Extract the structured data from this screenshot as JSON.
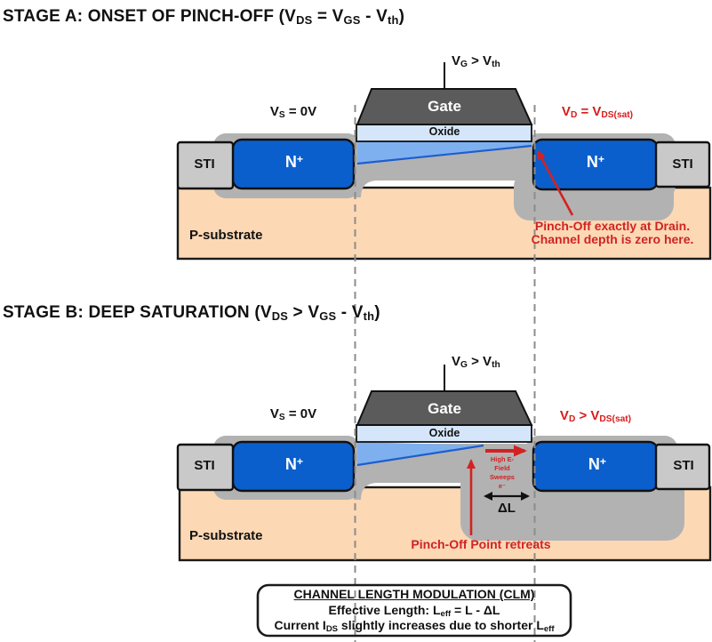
{
  "colors": {
    "nplus_blue": "#0b5fcc",
    "channel_blue": "#7eb0f0",
    "channel_edge_blue": "#1e5ecc",
    "oxide_blue": "#d6e6fa",
    "gate_gray": "#5b5b5b",
    "sti_gray": "#c9c9c9",
    "depletion_gray": "#b2b2b2",
    "substrate_peach": "#fcd8b4",
    "red_accent": "#d81b1b",
    "dash_gray": "#8c8c8c"
  },
  "shared": {
    "gate": "Gate",
    "oxide": "Oxide",
    "sti": "STI",
    "nplus": [
      {
        "t": "N"
      },
      {
        "t": "+",
        "sup": true
      }
    ],
    "substrate": "P-substrate",
    "vg": [
      {
        "t": "V"
      },
      {
        "t": "G",
        "sub": true
      },
      {
        "t": " > V"
      },
      {
        "t": "th",
        "sub": true
      }
    ],
    "vs": [
      {
        "t": "V"
      },
      {
        "t": "S",
        "sub": true
      },
      {
        "t": " = 0V"
      }
    ]
  },
  "stage_a": {
    "title": [
      {
        "t": "STAGE A: ONSET OF PINCH-OFF (V"
      },
      {
        "t": "DS",
        "sub": true
      },
      {
        "t": " = V"
      },
      {
        "t": "GS",
        "sub": true
      },
      {
        "t": " - V"
      },
      {
        "t": "th",
        "sub": true
      },
      {
        "t": ")"
      }
    ],
    "vd": [
      {
        "t": "V"
      },
      {
        "t": "D",
        "sub": true
      },
      {
        "t": " = V"
      },
      {
        "t": "DS(sat)",
        "sub": true
      }
    ],
    "pinch_note_lines": [
      "Pinch-Off exactly at Drain.",
      "Channel depth is zero here."
    ]
  },
  "stage_b": {
    "title": [
      {
        "t": "STAGE B: DEEP SATURATION (V"
      },
      {
        "t": "DS",
        "sub": true
      },
      {
        "t": " > V"
      },
      {
        "t": "GS",
        "sub": true
      },
      {
        "t": " - V"
      },
      {
        "t": "th",
        "sub": true
      },
      {
        "t": ")"
      }
    ],
    "vd": [
      {
        "t": "V"
      },
      {
        "t": "D",
        "sub": true
      },
      {
        "t": " > V"
      },
      {
        "t": "DS(sat)",
        "sub": true
      }
    ],
    "efield_note_lines": [
      "High E-",
      "Field",
      "Sweeps",
      "e⁻"
    ],
    "delta_l": "ΔL",
    "pinch_note": "Pinch-Off Point retreats"
  },
  "clm_box": {
    "title": "CHANNEL LENGTH MODULATION (CLM)",
    "line2": [
      {
        "t": "Effective Length: L"
      },
      {
        "t": "eff",
        "sub": true
      },
      {
        "t": " = L - ΔL"
      }
    ],
    "line3": [
      {
        "t": "Current I"
      },
      {
        "t": "DS",
        "sub": true
      },
      {
        "t": " slightly increases due to shorter L"
      },
      {
        "t": "eff",
        "sub": true
      }
    ]
  }
}
